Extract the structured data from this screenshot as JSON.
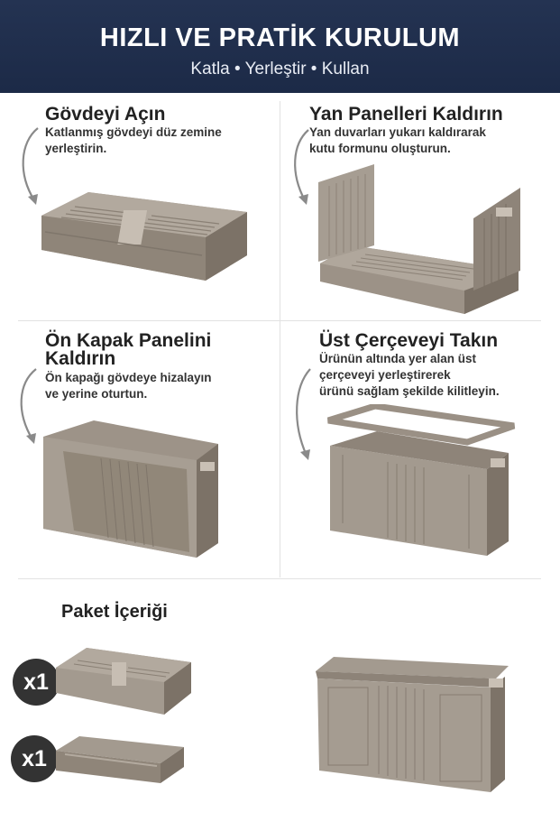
{
  "header": {
    "title": "HIZLI VE PRATİK KURULUM",
    "subtitle": "Katla • Yerleştir • Kullan"
  },
  "steps": [
    {
      "title": "Gövdeyi Açın",
      "desc_lines": [
        "Katlanmış gövdeyi düz zemine",
        "yerleştirin."
      ]
    },
    {
      "title": "Yan Panelleri Kaldırın",
      "desc_lines": [
        "Yan duvarları yukarı kaldırarak",
        "kutu formunu oluşturun."
      ]
    },
    {
      "title_lines": [
        "Ön Kapak Panelini",
        "Kaldırın"
      ],
      "desc_lines": [
        "Ön kapağı gövdeye hizalayın",
        "ve yerine oturtun."
      ]
    },
    {
      "title": "Üst Çerçeveyi Takın",
      "desc_lines": [
        "Ürünün altında yer alan üst",
        "çerçeveyi yerleştirerek",
        "ürünü sağlam şekilde kilitleyin."
      ]
    }
  ],
  "package": {
    "title": "Paket İçeriği",
    "items": [
      {
        "qty": "x1",
        "icon": "folded-box"
      },
      {
        "qty": "x1",
        "icon": "lid-frame"
      }
    ]
  },
  "colors": {
    "header_bg": "#1c2a47",
    "product": "#9a8f83",
    "product_dark": "#7a7065",
    "badge": "#333333"
  }
}
